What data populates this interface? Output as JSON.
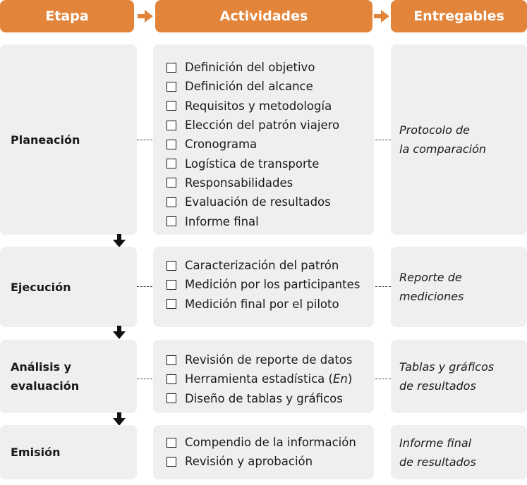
{
  "headers": {
    "stage": "Etapa",
    "activities": "Actividades",
    "deliverables": "Entregables"
  },
  "colors": {
    "accent": "#e2843a",
    "box": "#efefef",
    "text": "#1a1a1a"
  },
  "icons": {
    "header_arrow": "arrow-right-icon",
    "stage_arrow": "arrow-down-icon",
    "checkbox": "checkbox-icon"
  },
  "rows": [
    {
      "stage_lines": [
        "Planeación"
      ],
      "activities": [
        "Definición del objetivo",
        "Definición del alcance",
        "Requisitos y metodología",
        "Elección del patrón viajero",
        "Cronograma",
        "Logística de transporte",
        "Responsabilidades",
        "Evaluación de resultados",
        "Informe final"
      ],
      "deliverable_lines": [
        "Protocolo de",
        "la comparación"
      ]
    },
    {
      "stage_lines": [
        "Ejecución"
      ],
      "activities": [
        "Caracterización del patrón",
        "Medición por los participantes",
        "Medición final por el piloto"
      ],
      "deliverable_lines": [
        "Reporte de",
        "mediciones"
      ]
    },
    {
      "stage_lines": [
        "Análisis y",
        "evaluación"
      ],
      "activities": [
        "Revisión de reporte de datos",
        "Herramienta estadística (",
        "Diseño de tablas y gráficos"
      ],
      "activity_suffix": {
        "tool_italic": "En",
        "tool_close": ")"
      },
      "deliverable_lines": [
        "Tablas y gráficos",
        "de resultados"
      ]
    },
    {
      "stage_lines": [
        "Emisión"
      ],
      "activities": [
        "Compendio de la información",
        "Revisión y aprobación"
      ],
      "deliverable_lines": [
        "Informe final",
        "de resultados"
      ]
    }
  ]
}
